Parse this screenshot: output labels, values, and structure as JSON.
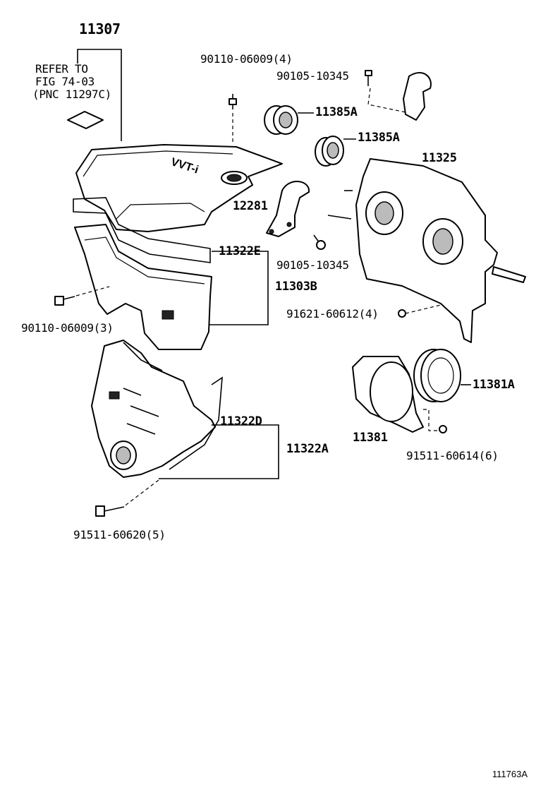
{
  "labels": {
    "p11307": "11307",
    "refer_line1": "REFER TO",
    "refer_line2": "FIG 74-03",
    "refer_line3": "(PNC 11297C)",
    "p90110_4": "90110-06009(4)",
    "p90105_top": "90105-10345",
    "p11385A_1": "11385A",
    "p11385A_2": "11385A",
    "p11325": "11325",
    "p12281": "12281",
    "p11322E": "11322E",
    "p90105_mid": "90105-10345",
    "p11303B": "11303B",
    "p90110_3": "90110-06009(3)",
    "p91621": "91621-60612(4)",
    "p11381A": "11381A",
    "p11322D": "11322D",
    "p11322A": "11322A",
    "p11381": "11381",
    "p91511_6": "91511-60614(6)",
    "p91511_5": "91511-60620(5)"
  },
  "figure_id": "111763A"
}
